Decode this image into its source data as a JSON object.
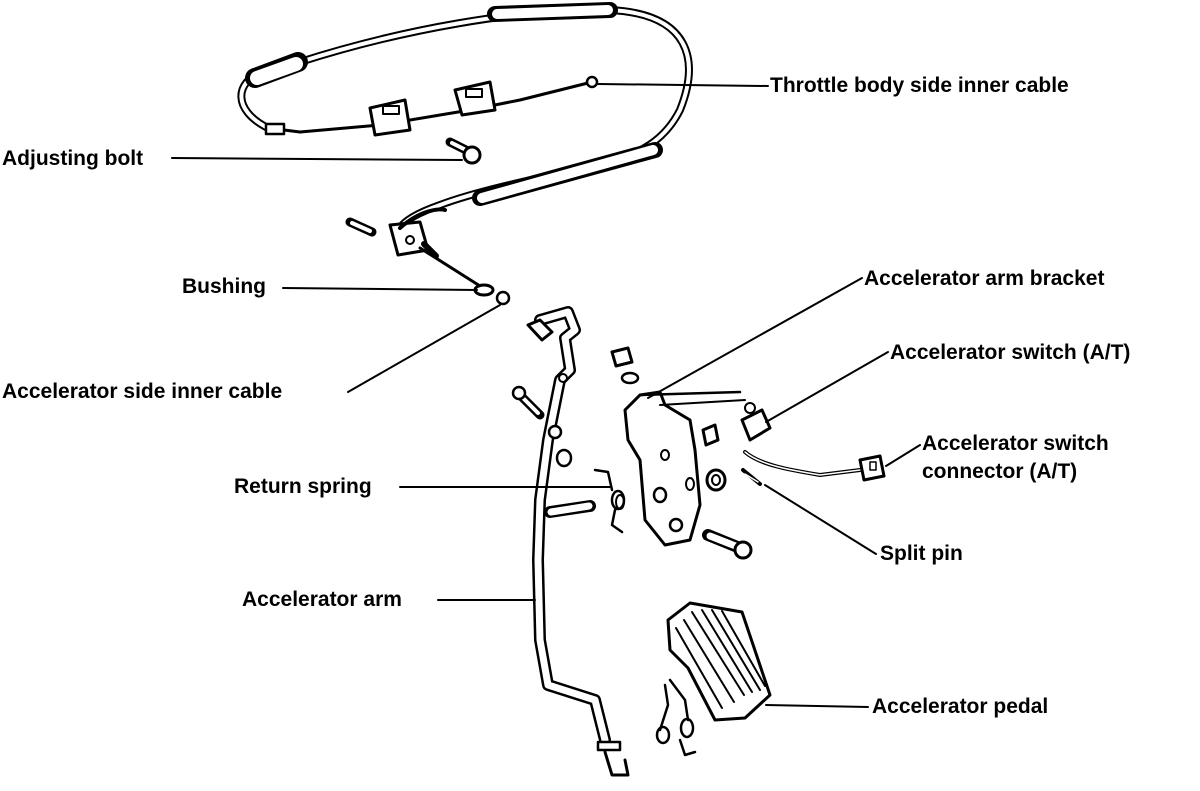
{
  "labels": {
    "throttle_body_side_inner_cable": "Throttle body side inner cable",
    "adjusting_bolt": "Adjusting bolt",
    "bushing": "Bushing",
    "accelerator_side_inner_cable": "Accelerator side inner cable",
    "accelerator_arm_bracket": "Accelerator arm bracket",
    "accelerator_switch": "Accelerator switch (A/T)",
    "accelerator_switch_connector_line1": "Accelerator switch",
    "accelerator_switch_connector_line2": "connector (A/T)",
    "return_spring": "Return spring",
    "split_pin": "Split pin",
    "accelerator_arm": "Accelerator arm",
    "accelerator_pedal": "Accelerator pedal"
  },
  "colors": {
    "ink": "#000000",
    "paper": "#ffffff"
  }
}
